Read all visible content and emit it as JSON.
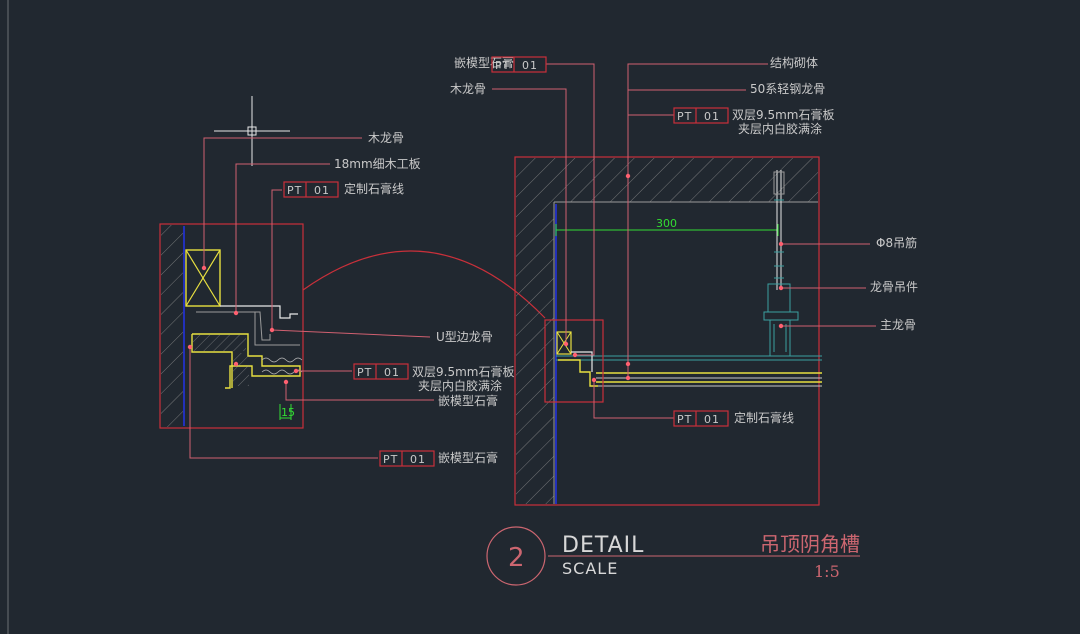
{
  "left_detail": {
    "labels": {
      "wood_keel": "木龙骨",
      "plywood": "18mm细木工板",
      "custom_gypsum_line": "定制石膏线",
      "u_edge_keel": "U型边龙骨",
      "double_board_1": "双层9.5mm石膏板",
      "double_board_2": "夹层内白胶满涂",
      "inlay_gypsum_a": "嵌模型石膏",
      "inlay_gypsum_b": "嵌模型石膏",
      "dim_small": "15"
    },
    "tags": {
      "pt_code": "PT",
      "pt_num": "01"
    }
  },
  "right_detail": {
    "labels": {
      "inlay_gypsum": "嵌模型石膏",
      "wood_keel": "木龙骨",
      "structure_wall": "结构砌体",
      "light_steel_keel": "50系轻钢龙骨",
      "double_board_1": "双层9.5mm石膏板",
      "double_board_2": "夹层内白胶满涂",
      "hanger_bar": "Φ8吊筋",
      "keel_hanger": "龙骨吊件",
      "main_keel": "主龙骨",
      "custom_gypsum_line": "定制石膏线",
      "dim_300": "300"
    }
  },
  "title_block": {
    "number": "2",
    "detail": "DETAIL",
    "scale": "SCALE",
    "name": "吊顶阴角槽",
    "ratio": "1:5"
  },
  "colors": {
    "background": "#212830",
    "outline_red": "#c9303a",
    "dimension_green": "#33dd33",
    "profile_yellow": "#e8e040",
    "axis_blue": "#2233dd"
  }
}
